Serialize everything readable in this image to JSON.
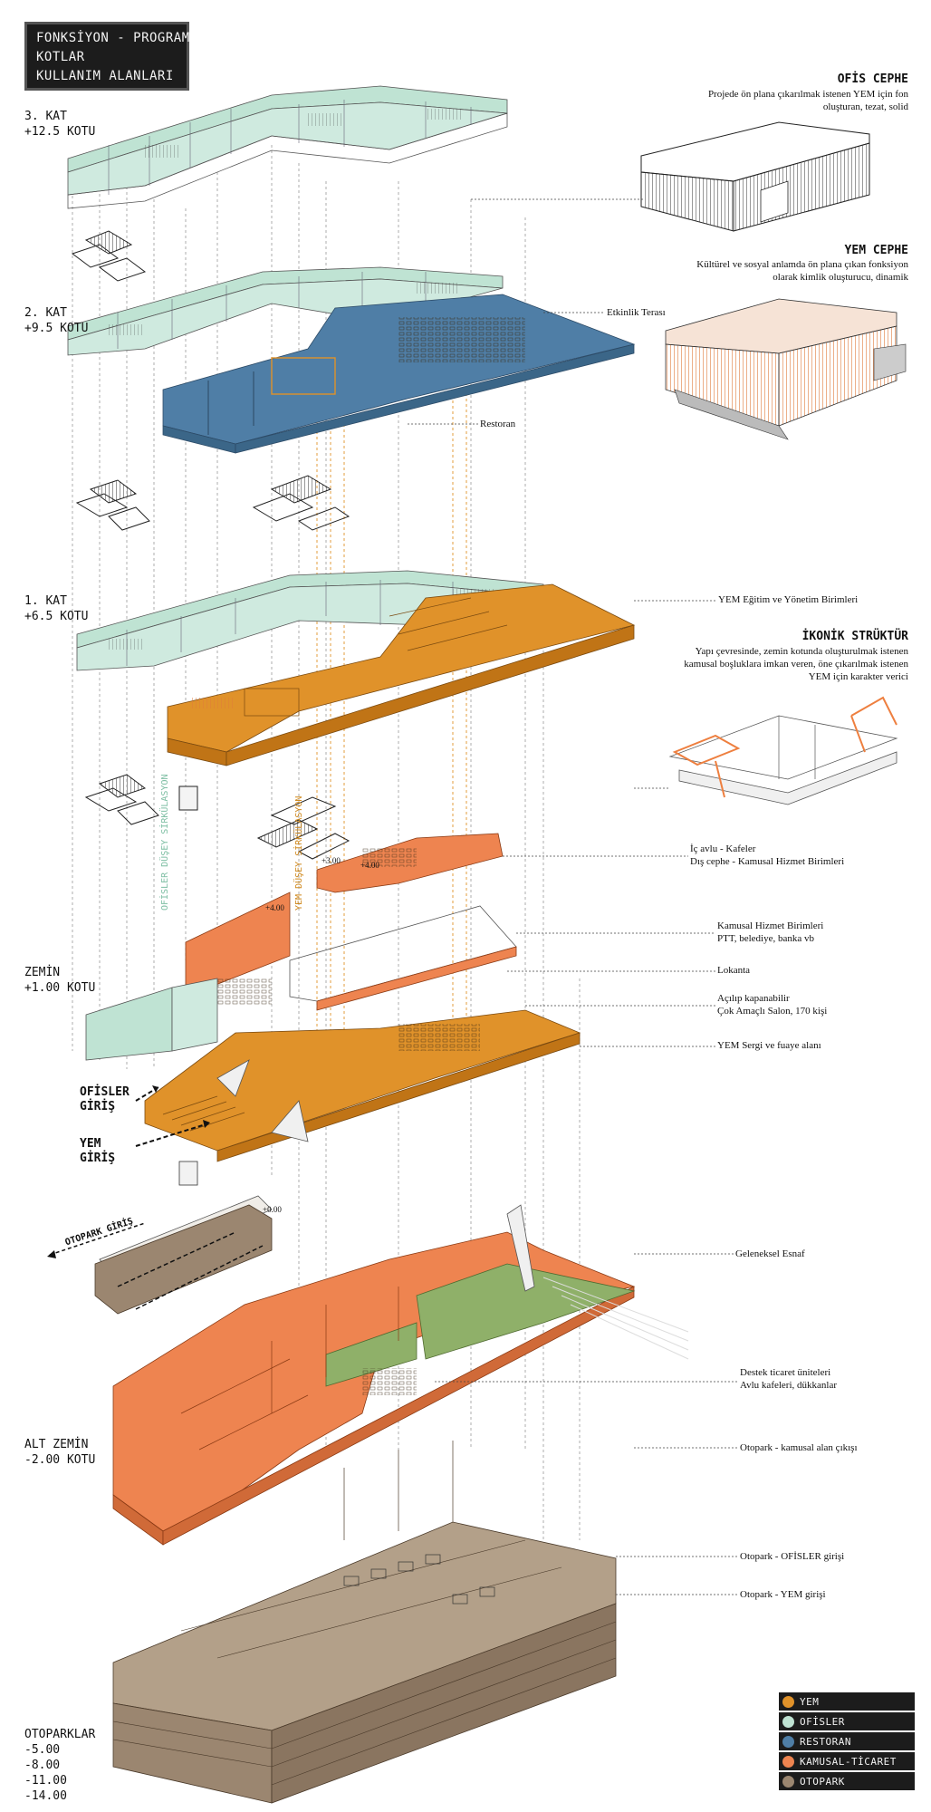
{
  "title": {
    "lines": [
      "FONKSİYON - PROGRAM",
      "KOTLAR",
      "KULLANIM ALANLARI"
    ]
  },
  "levels": [
    {
      "name": "3. KAT",
      "kot": "+12.5 KOTU"
    },
    {
      "name": "2. KAT",
      "kot": "+9.5 KOTU"
    },
    {
      "name": "1. KAT",
      "kot": "+6.5 KOTU"
    },
    {
      "name": "ZEMİN",
      "kot": "+1.00 KOTU"
    },
    {
      "name": "ALT ZEMİN",
      "kot": "-2.00 KOTU"
    }
  ],
  "otoparklar": {
    "title": "OTOPARKLAR",
    "levels": [
      "-5.00",
      "-8.00",
      "-11.00",
      "-14.00"
    ]
  },
  "sections": {
    "ofis_cephe": {
      "title": "OFİS CEPHE",
      "desc": "Projede ön plana çıkarılmak istenen YEM için fon oluşturan, tezat, solid"
    },
    "yem_cephe": {
      "title": "YEM CEPHE",
      "desc": "Kültürel ve sosyal anlamda ön plana çıkan fonksiyon olarak kimlik oluşturucu, dinamik"
    },
    "ikonik": {
      "title": "İKONİK STRÜKTÜR",
      "desc": "Yapı çevresinde, zemin kotunda oluşturulmak istenen kamusal boşluklara imkan veren, öne çıkarılmak istenen YEM için karakter verici"
    }
  },
  "labels": {
    "etkinlik": "Etkinlik Terası",
    "restoran": "Restoran",
    "yem_egitim": "YEM Eğitim ve Yönetim Birimleri",
    "ic_avlu_1": "İç avlu - Kafeler",
    "ic_avlu_2": "Dış cephe - Kamusal Hizmet Birimleri",
    "kamusal_1": "Kamusal Hizmet Birimleri",
    "kamusal_2": "PTT, belediye, banka vb",
    "lokanta": "Lokanta",
    "acilip_1": "Açılıp kapanabilir",
    "acilip_2": "Çok Amaçlı Salon, 170 kişi",
    "yem_sergi": "YEM Sergi ve fuaye alanı",
    "geleneksel": "Geleneksel Esnaf",
    "destek_1": "Destek ticaret üniteleri",
    "destek_2": "Avlu kafeleri, dükkanlar",
    "otopark_kamusal": "Otopark - kamusal alan çıkışı",
    "otopark_ofisler": "Otopark - OFİSLER girişi",
    "otopark_yem": "Otopark - YEM girişi"
  },
  "entries": {
    "ofisler": [
      "OFİSLER",
      "GİRİŞ"
    ],
    "yem": [
      "YEM",
      "GİRİŞ"
    ],
    "otopark": "OTOPARK GİRİŞ"
  },
  "circulation": {
    "ofisler": "OFİSLER DÜŞEY SİRKÜLASYON",
    "yem": "YEM DÜŞEY SİRKÜLASYON"
  },
  "elevations": {
    "e1": "+3.00",
    "e2": "+4.00",
    "e3": "+4.00",
    "e4": "+0.00"
  },
  "legend": [
    {
      "label": "YEM",
      "color": "#e0922a"
    },
    {
      "label": "OFİSLER",
      "color": "#bfe3d3"
    },
    {
      "label": "RESTORAN",
      "color": "#4f7ea6"
    },
    {
      "label": "KAMUSAL-TİCARET",
      "color": "#ee8450"
    },
    {
      "label": "OTOPARK",
      "color": "#9b8670"
    }
  ],
  "colors": {
    "yem": "#e0922a",
    "ofisler": "#bfe3d3",
    "restoran": "#4f7ea6",
    "kamusal": "#ee8450",
    "otopark": "#9b8670",
    "green": "#8fb069"
  }
}
